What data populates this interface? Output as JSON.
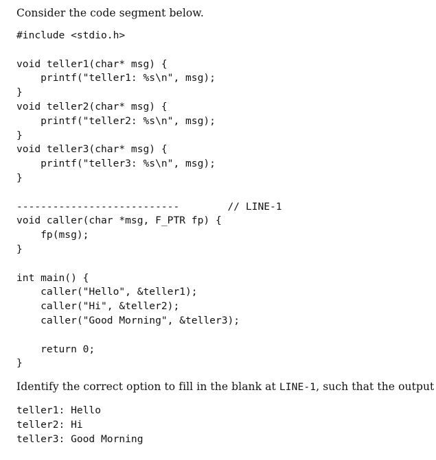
{
  "intro": "Consider the code segment below.",
  "code_lines": [
    "#include <stdio.h>",
    "",
    "void teller1(char* msg) {",
    "    printf(\"teller1: %s\\n\", msg);",
    "}",
    "void teller2(char* msg) {",
    "    printf(\"teller2: %s\\n\", msg);",
    "}",
    "void teller3(char* msg) {",
    "    printf(\"teller3: %s\\n\", msg);",
    "}",
    "",
    "---------------------------        // LINE-1",
    "void caller(char *msg, F_PTR fp) {",
    "    fp(msg);",
    "}",
    "",
    "int main() {",
    "    caller(\"Hello\", &teller1);",
    "    caller(\"Hi\", &teller2);",
    "    caller(\"Good Morning\", &teller3);",
    "",
    "    return 0;",
    "}"
  ],
  "question": {
    "before": "Identify the correct option to fill in the blank at ",
    "marker": "LINE-1",
    "after": ", such that the output is:"
  },
  "output_lines": [
    "teller1: Hello",
    "teller2: Hi",
    "teller3: Good Morning"
  ]
}
